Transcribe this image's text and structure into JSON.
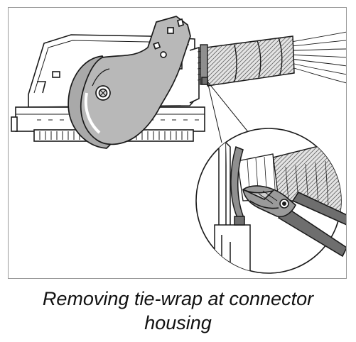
{
  "figure": {
    "caption_line1": "Removing tie-wrap at connector",
    "caption_line2": "housing",
    "colors": {
      "outline": "#1a1a1a",
      "lever_fill": "#b8b8b8",
      "lever_dark": "#8f8f8f",
      "cable_tape": "#d9d9d9",
      "cutter_fill": "#6e6e6e",
      "frame_border": "#9a9a9a",
      "background": "#ffffff"
    },
    "icons": [
      "connector-housing",
      "ejector-lever",
      "cable-bundle",
      "tie-wrap",
      "detail-magnifier",
      "wire-cutter"
    ]
  }
}
